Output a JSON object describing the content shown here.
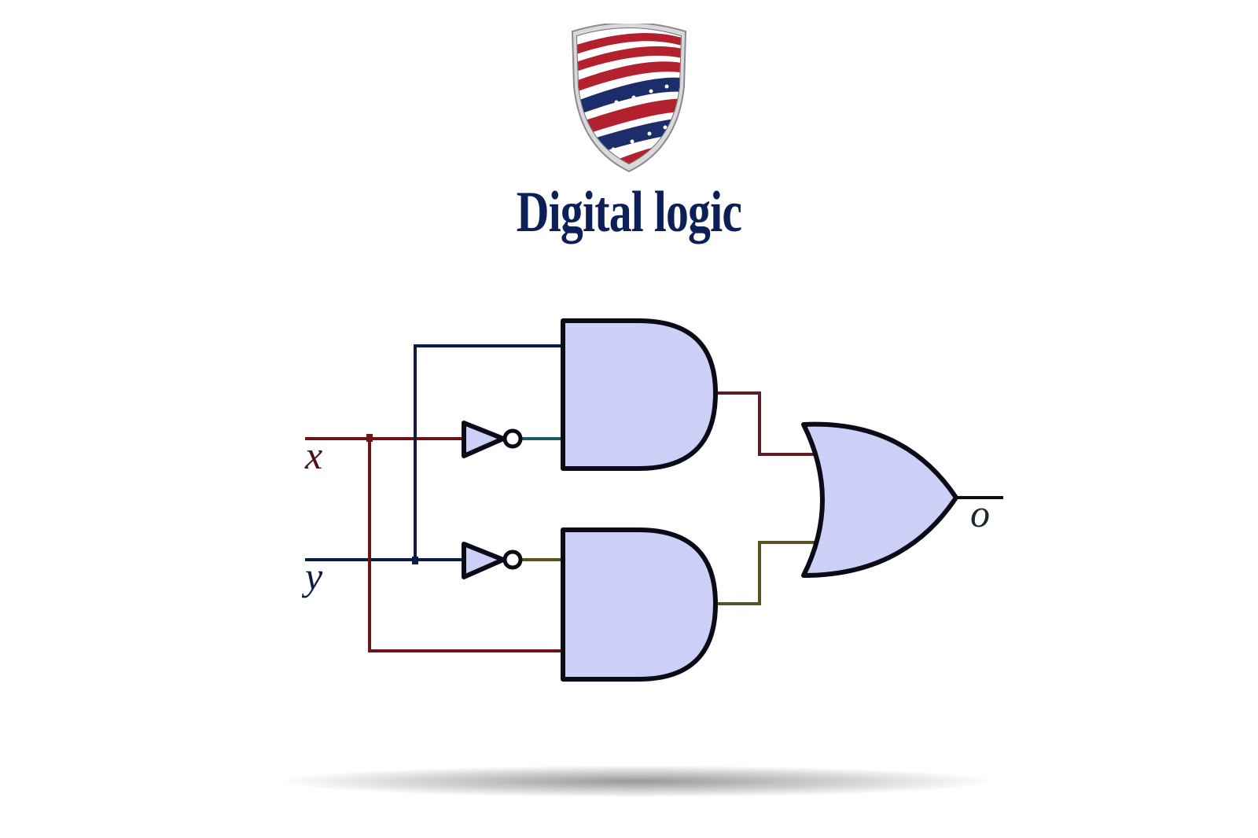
{
  "header": {
    "title": "Digital logic",
    "logo_icon": "striped-shield-logo-icon"
  },
  "diagram": {
    "inputs": [
      {
        "id": "x",
        "label": "x"
      },
      {
        "id": "y",
        "label": "y"
      }
    ],
    "output": {
      "id": "o",
      "label": "o"
    },
    "gates": [
      {
        "id": "not-x",
        "type": "NOT"
      },
      {
        "id": "not-y",
        "type": "NOT"
      },
      {
        "id": "and-top",
        "type": "AND"
      },
      {
        "id": "and-bottom",
        "type": "AND"
      },
      {
        "id": "or-out",
        "type": "OR"
      }
    ],
    "colors": {
      "gate_fill": "#ccd0f6",
      "gate_stroke": "#0b0b18",
      "title": "#0d1f57",
      "wire_x": "#6e1418",
      "wire_y": "#0d1d42",
      "wire_teal": "#1a5a60",
      "wire_olive": "#5a5220"
    }
  }
}
